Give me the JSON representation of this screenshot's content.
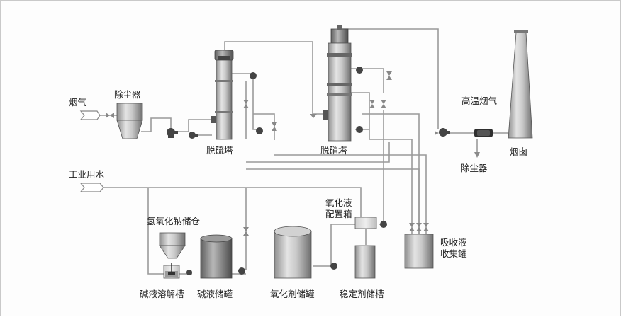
{
  "labels": {
    "flue_gas": "烟气",
    "dust_collector_1": "除尘器",
    "desulfurization_tower": "脱硫塔",
    "denitrification_tower": "脱硝塔",
    "high_temp_flue_gas": "高温烟气",
    "chimney": "烟囱",
    "dust_collector_2": "除尘器",
    "industrial_water": "工业用水",
    "naoh_silo": "氢氧化钠储仓",
    "oxidant_prep_box_line1": "氧化液",
    "oxidant_prep_box_line2": "配置箱",
    "absorbent_tank_line1": "吸收液",
    "absorbent_tank_line2": "收集罐",
    "alkali_dissolving_tank": "碱液溶解槽",
    "alkali_storage_tank": "碱液储罐",
    "oxidant_storage_tank": "氧化剂储罐",
    "stabilizer_storage_tank": "稳定剂储槽"
  },
  "colors": {
    "pipe": "#9a9a9a",
    "equipment_light": "#e6e6e6",
    "equipment_mid": "#bdbdbd",
    "equipment_dark": "#6f6f6f",
    "pump": "#555555"
  }
}
